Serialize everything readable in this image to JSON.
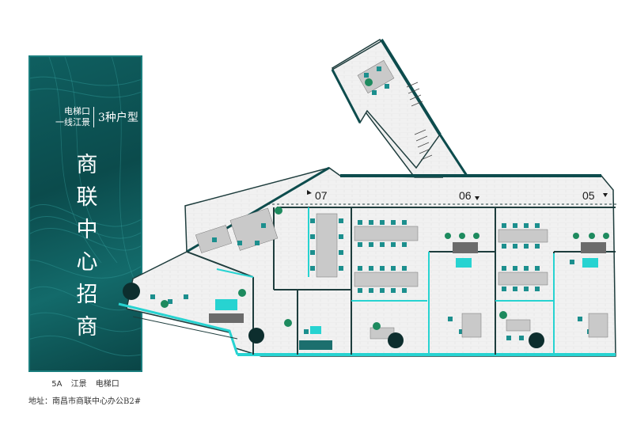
{
  "banner": {
    "tag_line1": "电梯口",
    "tag_line2": "一线江景",
    "tag_right": "3种户型",
    "title_chars": [
      "商",
      "联",
      "中",
      "心",
      "招",
      "商"
    ],
    "caption": "5A  江景  电梯口"
  },
  "address": "地址：南昌市商联中心办公B2#",
  "units": [
    "07",
    "06",
    "05"
  ],
  "colors": {
    "teal": "#1aa8a8",
    "dark_teal": "#0d4c4d",
    "cyan": "#27d3d1",
    "wall": "#1e3d3d"
  }
}
